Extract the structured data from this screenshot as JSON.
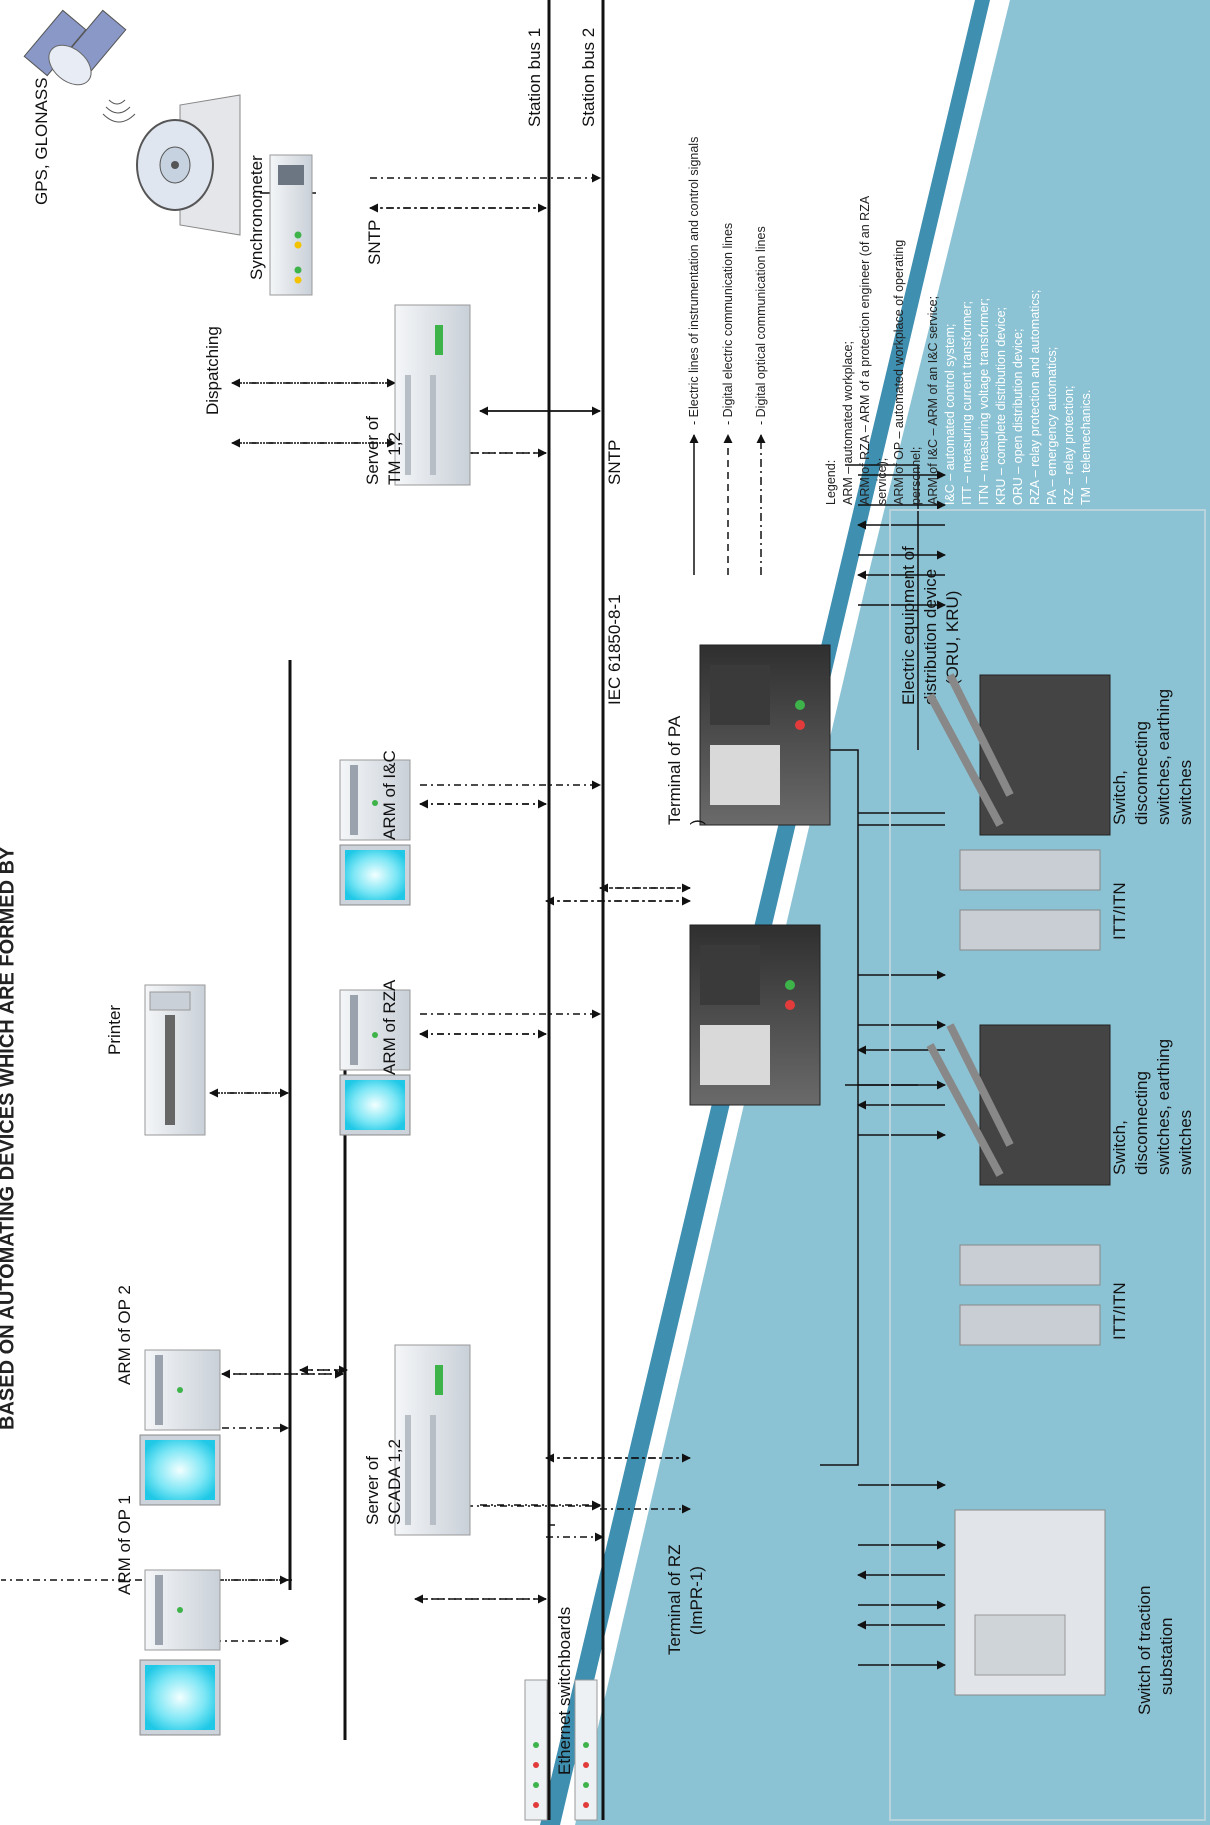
{
  "diagram": {
    "cut_title": "BASED ON AUTOMATING DEVICES WHICH ARE FORMED BY",
    "station_bus_1": "Station bus 1",
    "station_bus_2": "Station bus 2",
    "gps": "GPS, GLONASS",
    "synchronometer": "Synchronometer",
    "sntp_top": "SNTP",
    "sntp_bus": "SNTP",
    "dispatching": "Dispatching",
    "server_tm": [
      "Server of",
      "TM 1,2"
    ],
    "iec": "IEC 61850-8-1",
    "arm_ic": "ARM of I&C",
    "arm_rza": "ARM of RZA",
    "printer": "Printer",
    "arm_op2": "ARM of OP 2",
    "arm_op1": "ARM of OP 1",
    "server_scada": [
      "Server of",
      "SCADA 1,2"
    ],
    "ethernet": "Ethernet switchboards",
    "terminal_pa": [
      "Terminal of PA",
      ")"
    ],
    "terminal_rz": [
      "Terminal of RZ",
      "(ImPR-1)"
    ],
    "electric_equipment": [
      "Electric equipment of",
      "distribution device",
      "(ORU, KRU)"
    ],
    "switch_group_right": [
      "Switch,",
      "disconnecting",
      "switches, earthing",
      "switches"
    ],
    "switch_group_left": [
      "Switch,",
      "disconnecting",
      "switches, earthing",
      "switches"
    ],
    "itt_itn_right": "ITT/ITN",
    "itt_itn_left": "ITT/ITN",
    "traction": [
      "Switch of traction",
      "substation"
    ],
    "line_legend": [
      "- Electric lines of instrumentation and control signals",
      "- Digital electric communication lines",
      "- Digital optical communication lines"
    ],
    "legend": [
      "Legend:",
      "ARM – automated workplace;",
      "ARM of RZA – ARM of a protection engineer (of an RZA",
      "service);",
      "ARM of OP – automated workplace of operating",
      "personnel;",
      "ARM of I&C – ARM of an I&C service;",
      "I&C – automated control system;",
      "ITT – measuring current transformer;",
      "ITN – measuring voltage transformer;",
      "KRU – complete distribution device;",
      "ORU – open distribution device;",
      "RZA – relay protection and automatics;",
      "PA – emergency automatics;",
      "RZ – relay protection;",
      "TM – telemechanics."
    ],
    "colors": {
      "panel": "#8cc3d4",
      "stripe_dark": "#3f8fb0",
      "screen": "#39d5ec",
      "line": "#111111"
    }
  }
}
